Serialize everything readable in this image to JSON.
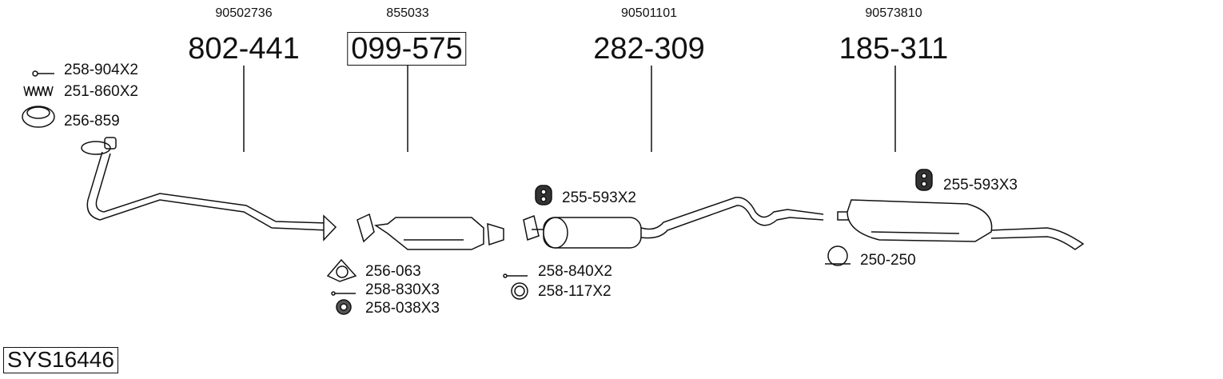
{
  "parts": [
    {
      "oem": "90502736",
      "number": "802-441",
      "boxed": false
    },
    {
      "oem": "855033",
      "number": "099-575",
      "boxed": true
    },
    {
      "oem": "90501101",
      "number": "282-309",
      "boxed": false
    },
    {
      "oem": "90573810",
      "number": "185-311",
      "boxed": false
    }
  ],
  "accessories": {
    "bolt_front": "258-904X2",
    "spring_front": "251-860X2",
    "ring_front": "256-859",
    "gasket_cat": "256-063",
    "bolt_cat": "258-830X3",
    "nut_cat": "258-038X3",
    "hanger_mid": "255-593X2",
    "bolt_mid": "258-840X2",
    "ring_mid": "258-117X2",
    "hanger_rear": "255-593X3",
    "clamp_rear": "250-250"
  },
  "system_id": "SYS16446",
  "colors": {
    "line": "#111111",
    "fill": "#ffffff"
  }
}
